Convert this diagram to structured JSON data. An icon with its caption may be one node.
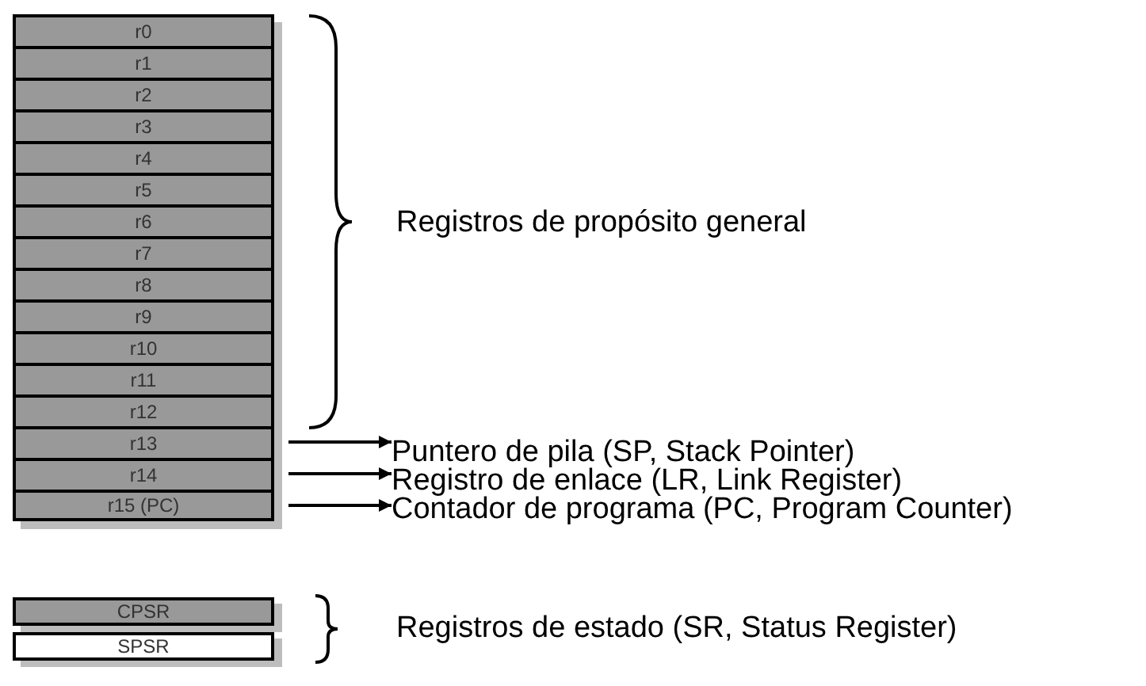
{
  "diagram": {
    "nodes": [
      {
        "text": [
          "r0"
        ]
      },
      {
        "text": [
          "r1"
        ]
      },
      {
        "text": [
          "r2"
        ]
      },
      {
        "text": [
          "r3"
        ]
      },
      {
        "text": [
          "r4"
        ]
      },
      {
        "text": [
          "r5"
        ]
      },
      {
        "text": [
          "r6"
        ]
      },
      {
        "text": [
          "r7"
        ]
      },
      {
        "text": [
          "r8"
        ]
      },
      {
        "text": [
          "r9"
        ]
      },
      {
        "text": [
          "r10"
        ]
      },
      {
        "text": [
          "r11"
        ]
      },
      {
        "text": [
          "r12"
        ]
      },
      {
        "text": [
          "r13"
        ]
      },
      {
        "text": [
          "r14"
        ]
      },
      {
        "text": [
          "r15 (PC)"
        ]
      },
      {
        "text": [
          "Puntero de pila (SP, Stack Pointer)"
        ]
      },
      {
        "text": [
          "Registro de enlace (LR, Link Register)"
        ]
      },
      {
        "text": [
          "Contador de programa (PC, Program Counter)"
        ]
      },
      {
        "text": [
          "CPSR"
        ]
      },
      {
        "text": [
          "SPSR"
        ]
      }
    ],
    "edges": [
      {
        "from": 13,
        "to": 16,
        "arrow": "to"
      },
      {
        "from": 14,
        "to": 17,
        "arrow": "to"
      },
      {
        "from": 15,
        "to": 18,
        "arrow": "to"
      }
    ],
    "labels": [
      "Registros de propósito general",
      "Registros de estado (SR, Status Register)"
    ]
  }
}
